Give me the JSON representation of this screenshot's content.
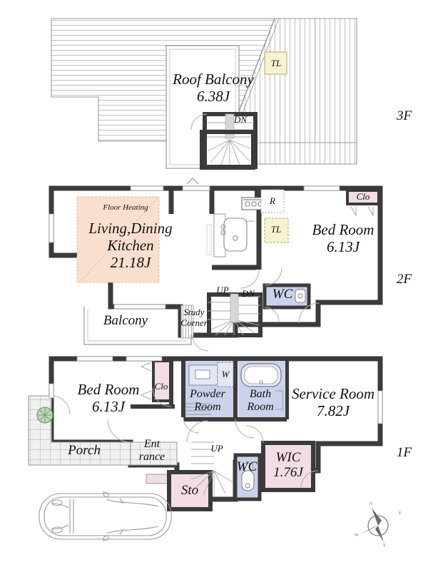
{
  "document": {
    "type": "residential-floor-plan",
    "floors": [
      "3F",
      "2F",
      "1F"
    ]
  },
  "colors": {
    "wall": "#3b3b3b",
    "thin_line": "#8a8a8a",
    "floor_heating_fill": "#fadfcf",
    "closet_pink": "#f2dde7",
    "water_blue": "#ccd2ec",
    "tl_yellow": "#f7f2cf",
    "porch_grid": "#efefef",
    "background": "#ffffff"
  },
  "floor3": {
    "tag": "3F",
    "rooms": [
      {
        "name": "Roof Balcony",
        "area": "6.38J"
      }
    ],
    "markers": [
      {
        "label": "TL",
        "kind": "tl-box"
      },
      {
        "label": "DN",
        "kind": "stair-direction"
      }
    ]
  },
  "floor2": {
    "tag": "2F",
    "rooms": [
      {
        "name": "Living,Dining",
        "name2": "Kitchen",
        "area": "21.18J",
        "note": "Floor Heating"
      },
      {
        "name": "Bed Room",
        "area": "6.13J"
      },
      {
        "name": "Balcony",
        "area": ""
      },
      {
        "name": "Study",
        "name2": "Corner",
        "area": ""
      }
    ],
    "markers": [
      {
        "label": "Clo",
        "kind": "closet"
      },
      {
        "label": "R",
        "kind": "refrigerator"
      },
      {
        "label": "TL",
        "kind": "tl-box"
      },
      {
        "label": "WC",
        "kind": "toilet"
      },
      {
        "label": "UP",
        "kind": "stair-direction"
      },
      {
        "label": "DN",
        "kind": "stair-direction"
      }
    ]
  },
  "floor1": {
    "tag": "1F",
    "rooms": [
      {
        "name": "Bed Room",
        "area": "6.13J"
      },
      {
        "name": "Service Room",
        "area": "7.82J"
      },
      {
        "name": "Powder",
        "name2": "Room",
        "area": ""
      },
      {
        "name": "Bath",
        "name2": "Room",
        "area": ""
      },
      {
        "name": "WIC",
        "area": "1.76J"
      },
      {
        "name": "Porch",
        "area": ""
      },
      {
        "name": "Ent",
        "name2": "rance",
        "area": ""
      },
      {
        "name": "Sto",
        "area": ""
      }
    ],
    "markers": [
      {
        "label": "Clo",
        "kind": "closet"
      },
      {
        "label": "W",
        "kind": "washer"
      },
      {
        "label": "WC",
        "kind": "toilet"
      },
      {
        "label": "UP",
        "kind": "stair-direction"
      }
    ],
    "features": [
      {
        "label": "car",
        "kind": "parking-car"
      },
      {
        "label": "compass",
        "kind": "compass-rose"
      },
      {
        "label": "plant",
        "kind": "shrub"
      }
    ]
  }
}
